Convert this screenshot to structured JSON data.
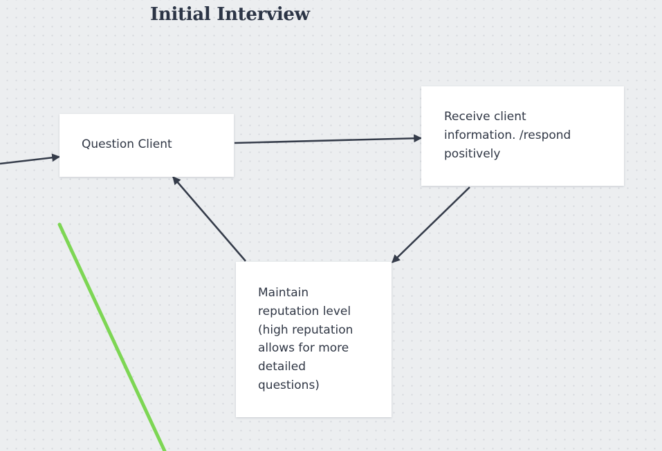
{
  "diagram": {
    "title": "Initial Interview",
    "nodes": [
      {
        "id": "question",
        "label": "Question Client"
      },
      {
        "id": "receive",
        "label": "Receive client\ninformation. /respond\npositively"
      },
      {
        "id": "maintain",
        "label": "Maintain\nreputation level\n(high reputation\nallows for more\ndetailed\nquestions)"
      }
    ],
    "edges": [
      {
        "from": "offscreen-left",
        "to": "question"
      },
      {
        "from": "question",
        "to": "receive"
      },
      {
        "from": "receive",
        "to": "maintain"
      },
      {
        "from": "maintain",
        "to": "question"
      }
    ],
    "colors": {
      "arrow": "#353c4a",
      "accent_line": "#7dd654",
      "node_fill": "#ffffff",
      "background": "#eceef0"
    }
  }
}
